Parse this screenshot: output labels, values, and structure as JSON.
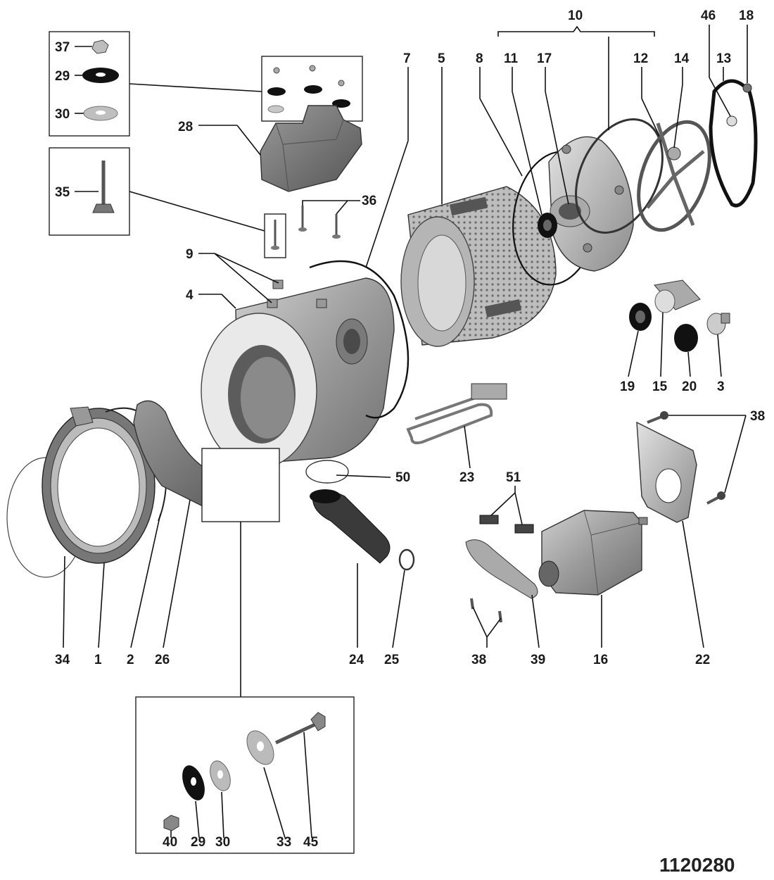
{
  "diagram_number": "1120280",
  "labels": {
    "n1": "1",
    "n2": "2",
    "n3": "3",
    "n4": "4",
    "n5": "5",
    "n7": "7",
    "n8": "8",
    "n9": "9",
    "n10": "10",
    "n11": "11",
    "n12": "12",
    "n13": "13",
    "n14": "14",
    "n15": "15",
    "n16": "16",
    "n17": "17",
    "n18": "18",
    "n19": "19",
    "n20": "20",
    "n22": "22",
    "n23": "23",
    "n24": "24",
    "n25": "25",
    "n26": "26",
    "n28": "28",
    "n29a": "29",
    "n29b": "29",
    "n30a": "30",
    "n30b": "30",
    "n33": "33",
    "n34": "34",
    "n35": "35",
    "n36": "36",
    "n37": "37",
    "n38a": "38",
    "n38b": "38",
    "n39": "39",
    "n40": "40",
    "n45": "45",
    "n46": "46",
    "n50": "50",
    "n51": "51"
  },
  "colors": {
    "metal_light": "#d9d9d9",
    "metal_mid": "#a8a8a8",
    "metal_dark": "#6f6f6f",
    "rubber": "#151515",
    "line": "#111111"
  }
}
